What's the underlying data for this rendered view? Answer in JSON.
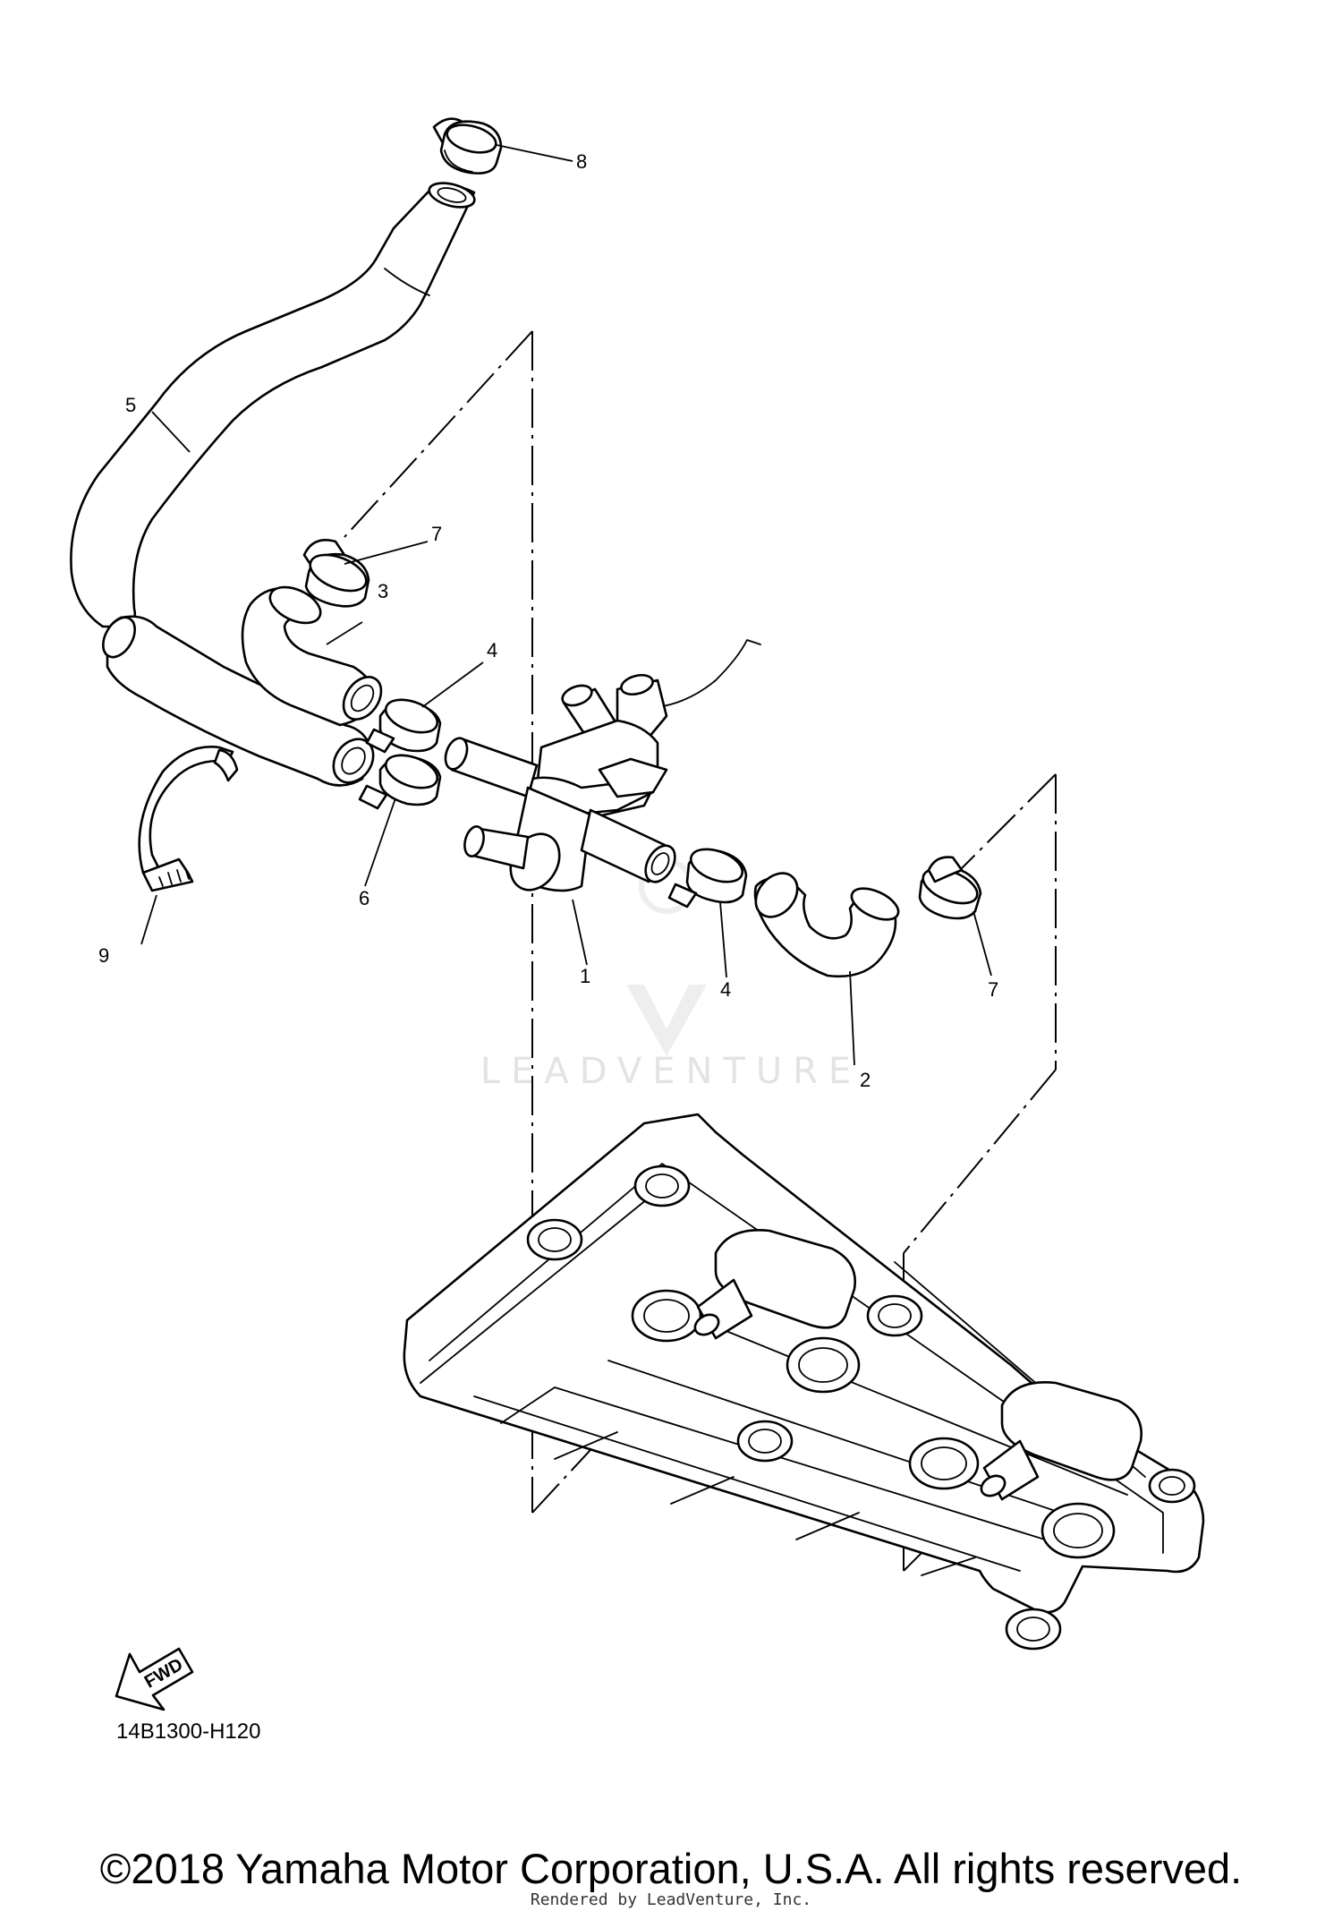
{
  "callouts": {
    "c1": "1",
    "c2": "2",
    "c3": "3",
    "c4a": "4",
    "c4b": "4",
    "c5": "5",
    "c6": "6",
    "c7a": "7",
    "c7b": "7",
    "c8": "8",
    "c9": "9"
  },
  "fwd_arrow": {
    "label": "FWD"
  },
  "diagram_code": "14B1300-H120",
  "watermark": {
    "text": "LEADVENTURE"
  },
  "footer": {
    "copyright": "©2018 Yamaha Motor Corporation, U.S.A. All rights reserved.",
    "rendered_by": "Rendered by LeadVenture, Inc."
  },
  "colors": {
    "line": "#000000",
    "background": "#ffffff",
    "watermark": "#e3e3e3"
  }
}
